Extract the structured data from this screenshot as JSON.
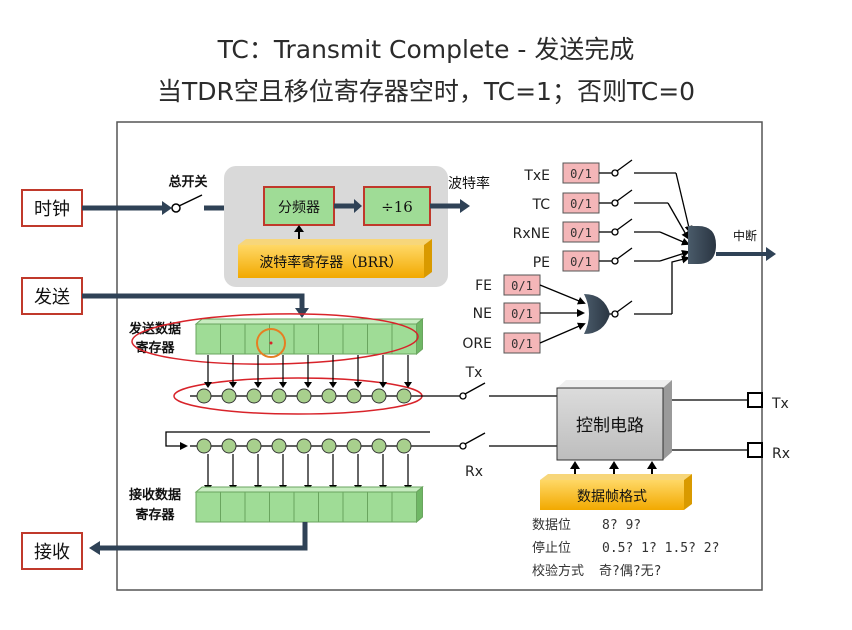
{
  "header": {
    "title": "TC：Transmit Complete - 发送完成",
    "subtitle": "当TDR空且移位寄存器空时，TC=1；否则TC=0"
  },
  "diagram": {
    "clock_label": "时钟",
    "send_label": "发送",
    "receive_label": "接收",
    "master_switch_label": "总开关",
    "divider_label": "分频器",
    "div16_label": "÷16",
    "baud_label": "波特率",
    "brr_label": "波特率寄存器（BRR）",
    "flags": [
      {
        "name": "TxE",
        "value": "0/1"
      },
      {
        "name": "TC",
        "value": "0/1"
      },
      {
        "name": "RxNE",
        "value": "0/1"
      },
      {
        "name": "PE",
        "value": "0/1"
      }
    ],
    "error_flags": [
      {
        "name": "FE",
        "value": "0/1"
      },
      {
        "name": "NE",
        "value": "0/1"
      },
      {
        "name": "ORE",
        "value": "0/1"
      }
    ],
    "interrupt_label": "中断",
    "tdr_label": [
      "发送数据",
      "寄存器"
    ],
    "rdr_label": [
      "接收数据",
      "寄存器"
    ],
    "tx_switch_label": "Tx",
    "rx_switch_label": "Rx",
    "control_label": "控制电路",
    "frame_format_label": "数据帧格式",
    "pin_tx": "Tx",
    "pin_rx": "Rx",
    "format_rows": [
      {
        "label": "数据位",
        "value": "8? 9?"
      },
      {
        "label": "停止位",
        "value": "0.5? 1? 1.5? 2?"
      },
      {
        "label": "校验方式",
        "value": "奇?偶?无?"
      }
    ]
  },
  "colors": {
    "register_green": "#9fdc96",
    "bit_green": "#a8d08d",
    "flag_pink": "#f4b6b8",
    "brr_orange": "#f5c04a",
    "annotation_red": "#d8232a",
    "arrow_blue": "#2f4256"
  }
}
